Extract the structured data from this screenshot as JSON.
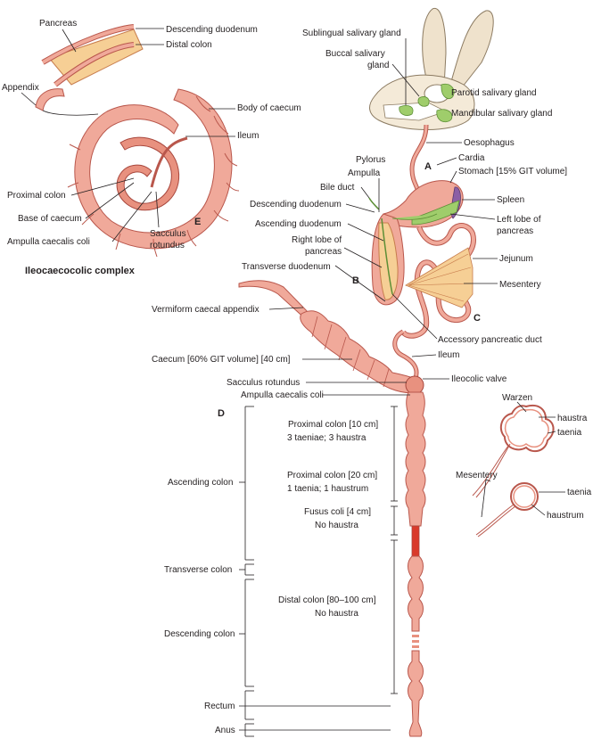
{
  "panel_e": {
    "letter": "E",
    "title": "Ileocaecocolic complex",
    "labels": {
      "pancreas": "Pancreas",
      "descending_duodenum": "Descending duodenum",
      "distal_colon": "Distal colon",
      "appendix": "Appendix",
      "body_of_caecum": "Body of caecum",
      "ileum": "Ileum",
      "proximal_colon": "Proximal colon",
      "base_of_caecum": "Base of caecum",
      "ampulla_caecalis_coli": "Ampulla caecalis coli",
      "sacculus_rotundus_1": "Sacculus",
      "sacculus_rotundus_2": "rotundus"
    }
  },
  "panel_a": {
    "letter": "A",
    "labels": {
      "sublingual": "Sublingual salivary gland",
      "buccal_1": "Buccal salivary",
      "buccal_2": "gland",
      "parotid": "Parotid salivary gland",
      "mandibular": "Mandibular salivary gland",
      "oesophagus": "Oesophagus",
      "cardia": "Cardia",
      "stomach": "Stomach [15% GIT volume]",
      "pylorus": "Pylorus",
      "ampulla": "Ampulla",
      "spleen": "Spleen"
    }
  },
  "panel_b": {
    "letter": "B",
    "labels": {
      "bile_duct": "Bile duct",
      "descending_duodenum": "Descending duodenum",
      "ascending_duodenum": "Ascending duodenum",
      "right_lobe_1": "Right lobe of",
      "right_lobe_2": "pancreas",
      "left_lobe_1": "Left lobe of",
      "left_lobe_2": "pancreas",
      "transverse_duodenum": "Transverse duodenum"
    }
  },
  "panel_c": {
    "letter": "C",
    "labels": {
      "jejunum": "Jejunum",
      "mesentery": "Mesentery",
      "accessory_duct": "Accessory pancreatic duct",
      "ileum": "Ileum"
    }
  },
  "panel_d": {
    "letter": "D",
    "labels": {
      "appendix": "Vermiform caecal appendix",
      "caecum": "Caecum [60% GIT volume] [40 cm]",
      "sacculus_rotundus": "Sacculus rotundus",
      "ileocolic_valve": "Ileocolic valve",
      "ampulla_caecalis_coli": "Ampulla caecalis coli",
      "prox10_1": "Proximal colon [10 cm]",
      "prox10_2": "3 taeniae; 3 haustra",
      "prox20_1": "Proximal colon [20 cm]",
      "prox20_2": "1 taenia; 1 haustrum",
      "fusus_1": "Fusus coli [4 cm]",
      "fusus_2": "No haustra",
      "distal_1": "Distal colon [80–100 cm]",
      "distal_2": "No haustra",
      "ascending_colon": "Ascending colon",
      "transverse_colon": "Transverse colon",
      "descending_colon": "Descending colon",
      "rectum": "Rectum",
      "anus": "Anus"
    }
  },
  "cross_section": {
    "labels": {
      "warzen": "Warzen",
      "haustra": "haustra",
      "taenia_1": "taenia",
      "mesentery": "Mesentery",
      "taenia_2": "taenia",
      "haustrum": "haustrum"
    }
  }
}
